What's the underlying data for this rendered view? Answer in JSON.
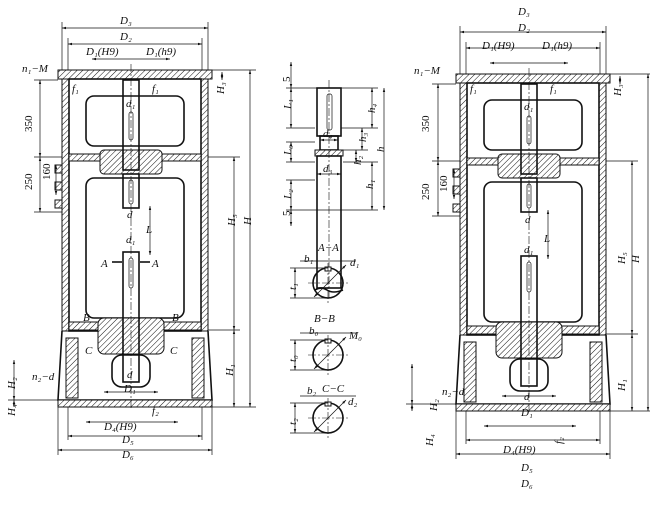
{
  "left_view": {
    "D3": "D₃",
    "D2": "D₂",
    "D1_H9": "D₁(H9)",
    "D1_h9": "D₁(h9)",
    "n1_M": "n₁−M",
    "f1_left": "f₁",
    "f1_right": "f₁",
    "H3": "H₃",
    "dim_350": "350",
    "dim_250": "250",
    "dim_160": "160",
    "d1_top": "d₁",
    "d_mid": "d",
    "L": "L",
    "d1_low": "d₁",
    "A_left": "A",
    "A_right": "A",
    "H5": "H₅",
    "H": "H",
    "B_left": "B",
    "B_right": "B",
    "C_left": "C",
    "C_right": "C",
    "d_bottom": "d",
    "D1_bottom": "D₁",
    "H2": "H₂",
    "n2_d": "n₂−d",
    "H1": "H₁",
    "H4": "H₄",
    "f2": "f₂",
    "D4_H9": "D₄(H9)",
    "D5": "D₅",
    "D6": "D₆"
  },
  "shaft_detail": {
    "dim_5_top": "5",
    "L1": "L₁",
    "L0": "L₀",
    "L2": "L₂",
    "dim_5_bottom": "5",
    "d4": "d₄",
    "d3": "d₃",
    "h4": "h₄",
    "h3": "h₃",
    "h2": "h₂",
    "h1": "h₁",
    "h": "h"
  },
  "sections": {
    "A_A": {
      "title": "A−A",
      "b": "b₁",
      "t": "t₁",
      "d": "d₁"
    },
    "B_B": {
      "title": "B−B",
      "b": "b₀",
      "t": "t₀",
      "d": "M₀"
    },
    "C_C": {
      "title": "C−C",
      "b": "b₂",
      "t": "t₂",
      "d": "d₂"
    }
  },
  "right_view": {
    "D3": "D₃",
    "D2": "D₂",
    "D1_H9": "D₁(H9)",
    "D1_h9": "D₁(h9)",
    "n1_M": "n₁−M",
    "f1_left": "f₁",
    "f1_right": "f₁",
    "H3": "H₃",
    "dim_350": "350",
    "dim_250": "250",
    "dim_160": "160",
    "d1_top": "d₁",
    "d_mid": "d",
    "d1_low": "d₁",
    "L": "L",
    "H5": "H₅",
    "H": "H",
    "H1": "H₁",
    "H2": "H₂",
    "H4": "H₄",
    "n2_d": "n₂−d",
    "d_bottom": "d",
    "D1_bottom": "D₁",
    "f2": "f₂",
    "D4_H9": "D₄(H9)",
    "D5": "D₅",
    "D6": "D₆"
  }
}
